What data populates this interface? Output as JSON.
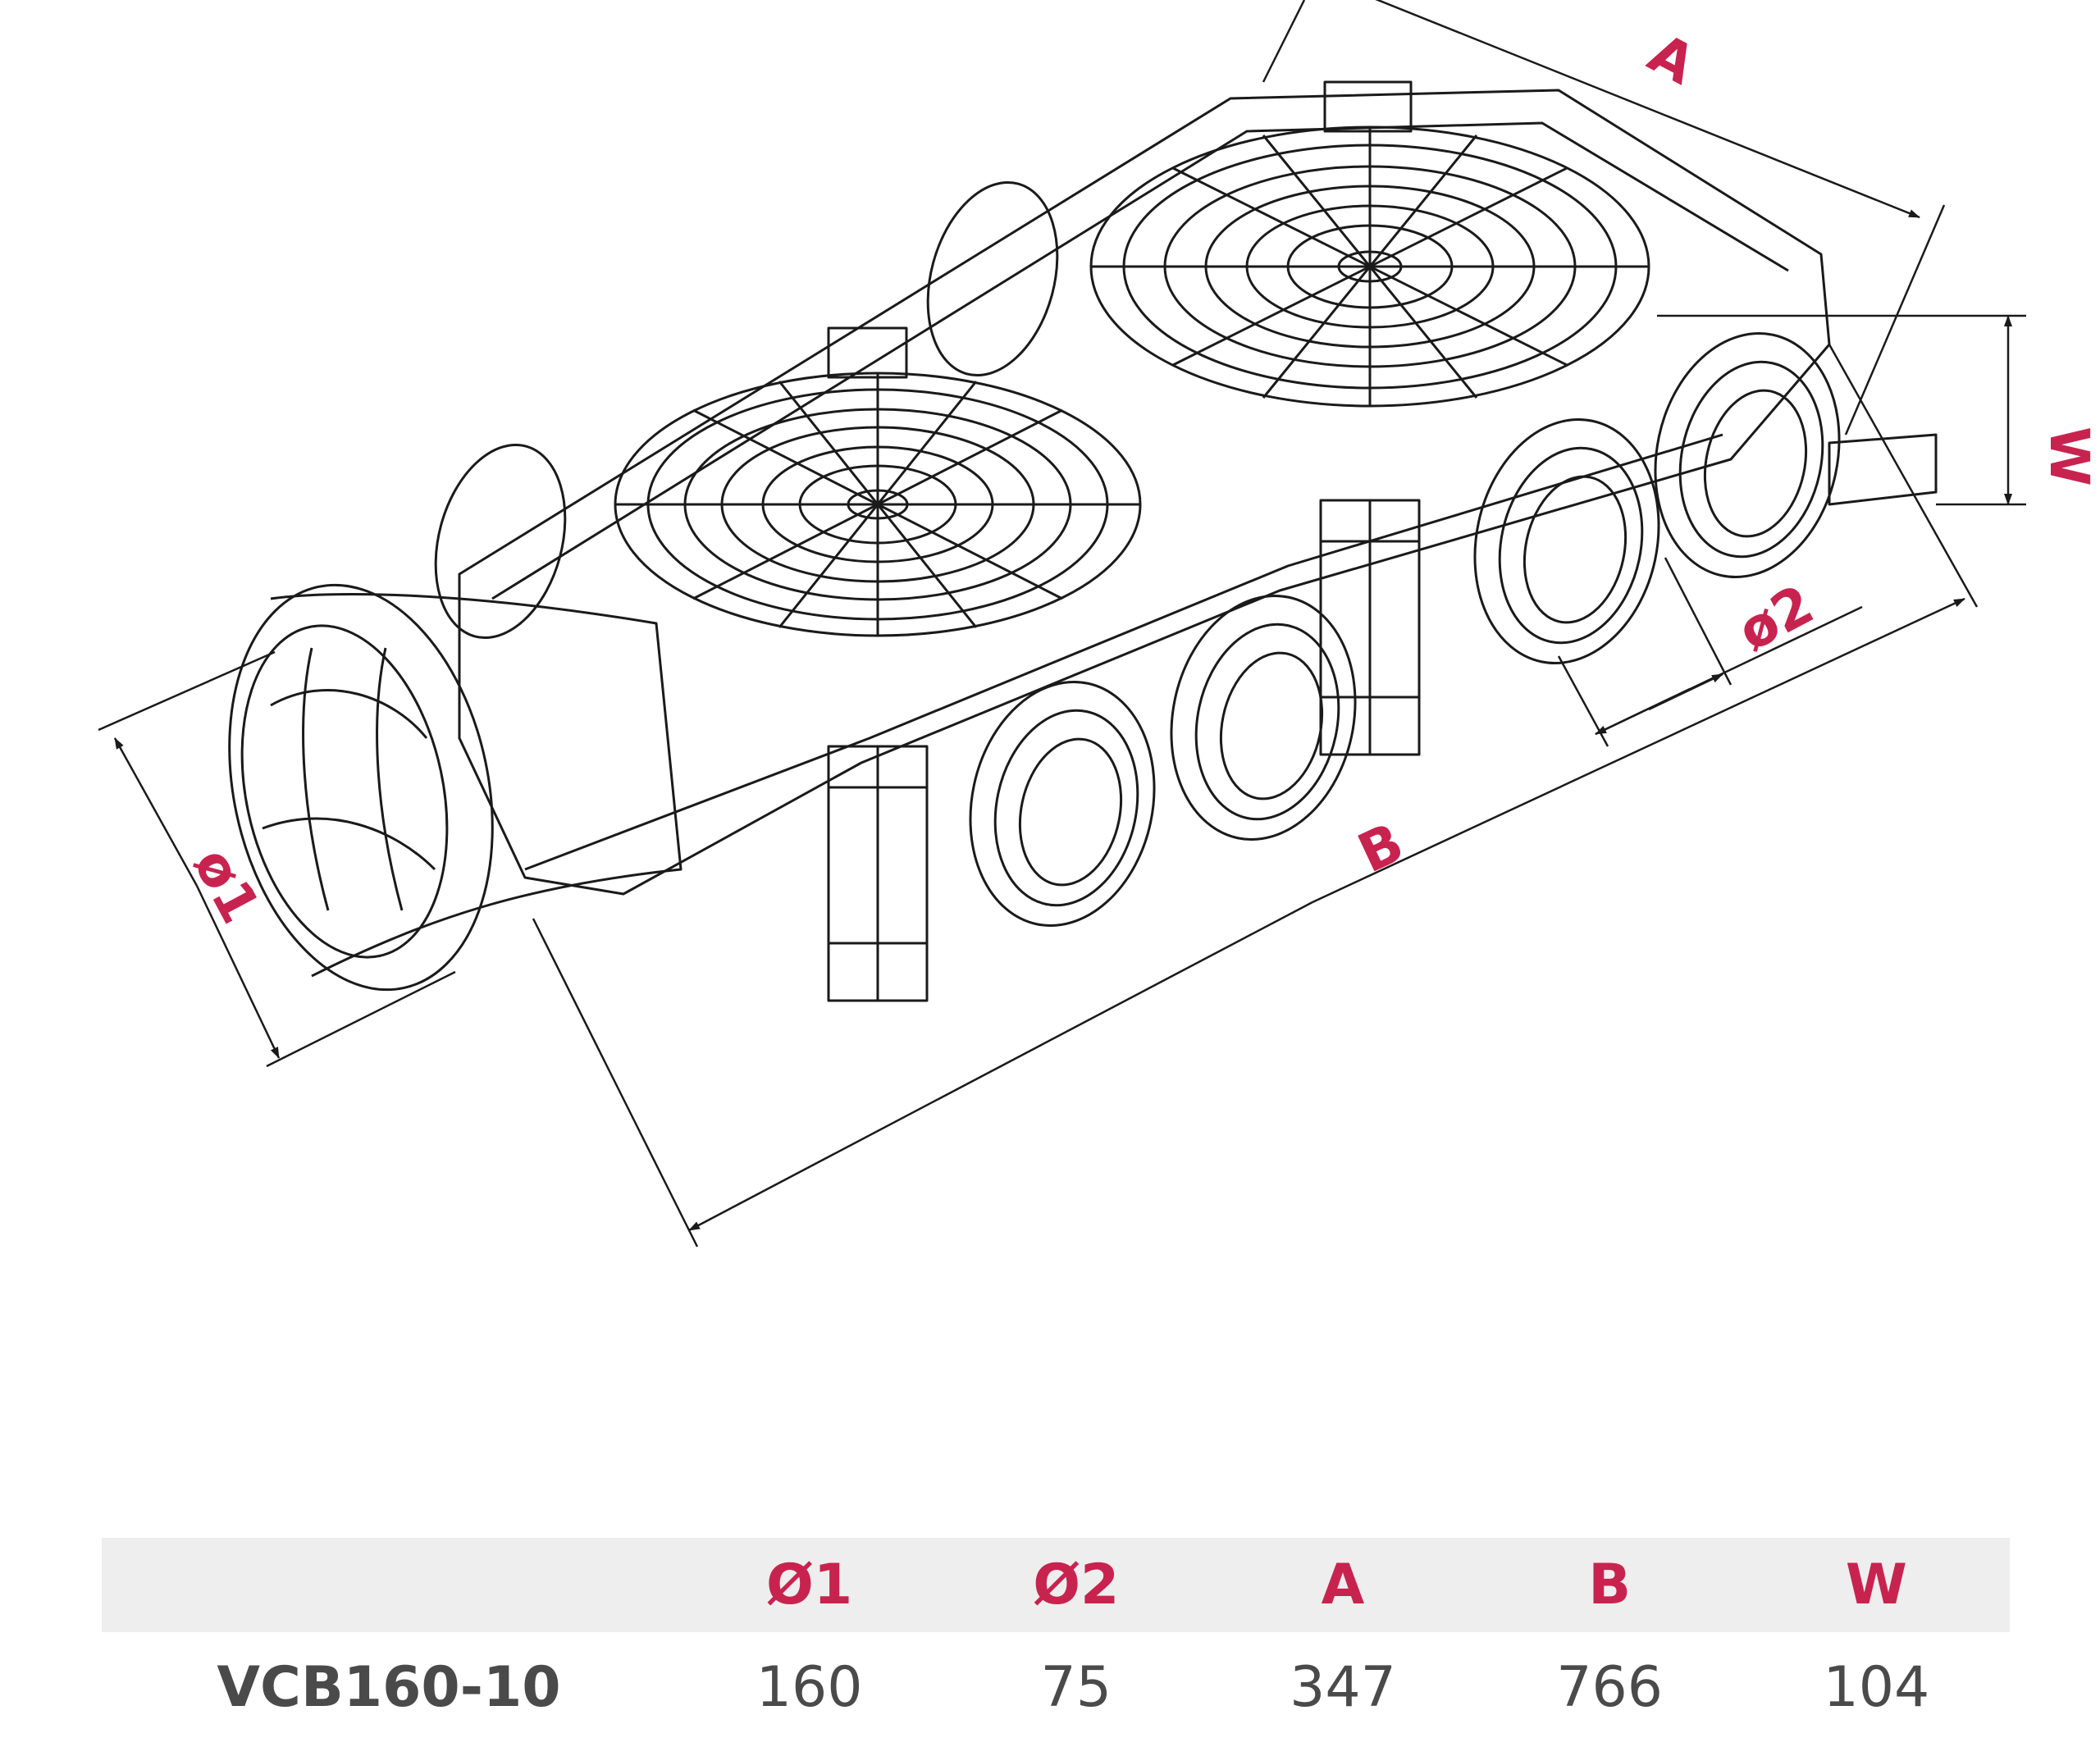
{
  "dimension_labels": {
    "a": "A",
    "b": "B",
    "w": "W",
    "d1": "ø1",
    "d2": "ø2"
  },
  "table": {
    "headers": [
      "",
      "Ø1",
      "Ø2",
      "A",
      "B",
      "W"
    ],
    "rows": [
      {
        "model": "VCB160-10",
        "values": [
          "160",
          "75",
          "347",
          "766",
          "104"
        ]
      }
    ]
  },
  "colors": {
    "accent": "#c8234f",
    "line": "#1a1a1a",
    "header_bg": "#eeeeee",
    "text": "#4a4a4a"
  }
}
